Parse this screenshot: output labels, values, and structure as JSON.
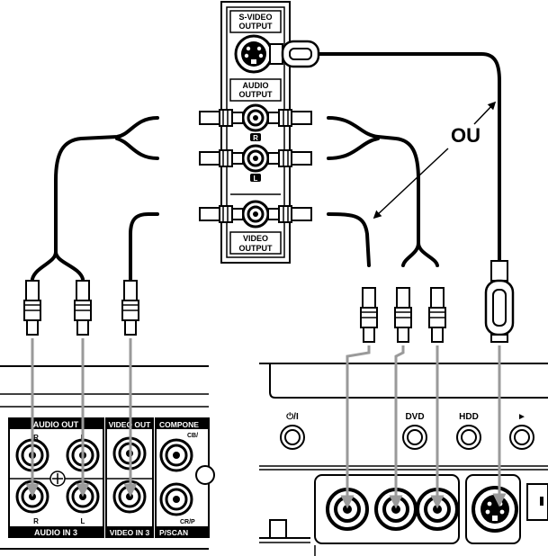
{
  "source_panel": {
    "svideo_output": [
      "S-VIDEO",
      "OUTPUT"
    ],
    "audio_output": [
      "AUDIO",
      "OUTPUT"
    ],
    "audio_right": "R",
    "audio_left": "L",
    "video_output": [
      "VIDEO",
      "OUTPUT"
    ]
  },
  "or_label": "OU",
  "left_device": {
    "audio_out": "AUDIO OUT",
    "video_out": "VIDEO OUT",
    "component": "COMPONE",
    "cb_label": "CB/",
    "cr_label": "CR/P",
    "r": "R",
    "l": "L",
    "r_bottom": "R",
    "l_bottom": "L",
    "audio_in_3": "AUDIO IN 3",
    "video_in_3": "VIDEO IN 3",
    "p_scan": "P/SCAN"
  },
  "right_device": {
    "power": "⏻/I",
    "dvd": "DVD",
    "hdd": "HDD",
    "play": "►"
  },
  "colors": {
    "line": "#000000",
    "arrow": "#9a9a9a",
    "panel_bg": "#ffffff"
  }
}
